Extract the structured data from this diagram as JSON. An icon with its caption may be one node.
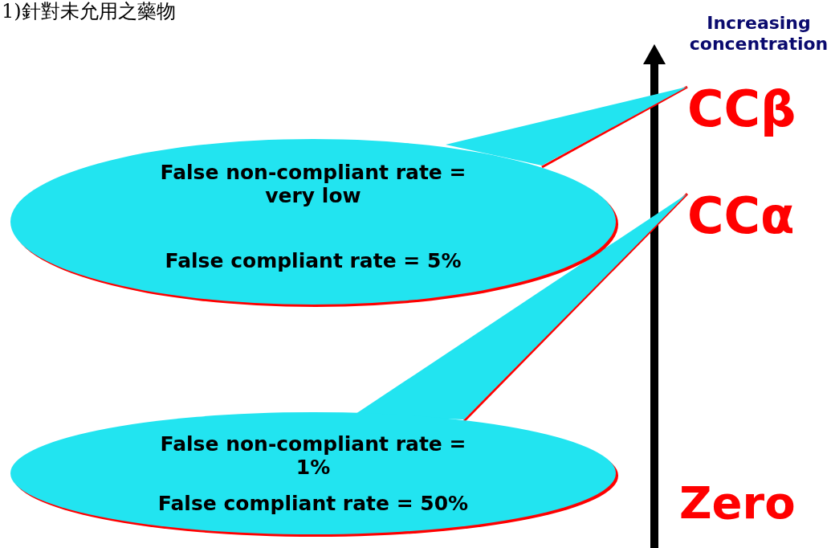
{
  "diagram": {
    "nodes": [
      {
        "text": [
          "False non-compliant rate = very low",
          "False compliant rate = 5%"
        ]
      },
      {
        "text": [
          "False non-compliant rate = 1%",
          "False compliant rate = 50%"
        ]
      },
      {
        "text": [
          "CCβ"
        ]
      },
      {
        "text": [
          "CCα"
        ]
      },
      {
        "text": [
          "Zero"
        ]
      }
    ],
    "edges": [
      {
        "from": 0,
        "to": 2,
        "arrow": "none"
      },
      {
        "from": 1,
        "to": 3,
        "arrow": "none"
      }
    ],
    "labels": [
      "1)針對未允用之藥物",
      "Increasing concentration"
    ]
  }
}
